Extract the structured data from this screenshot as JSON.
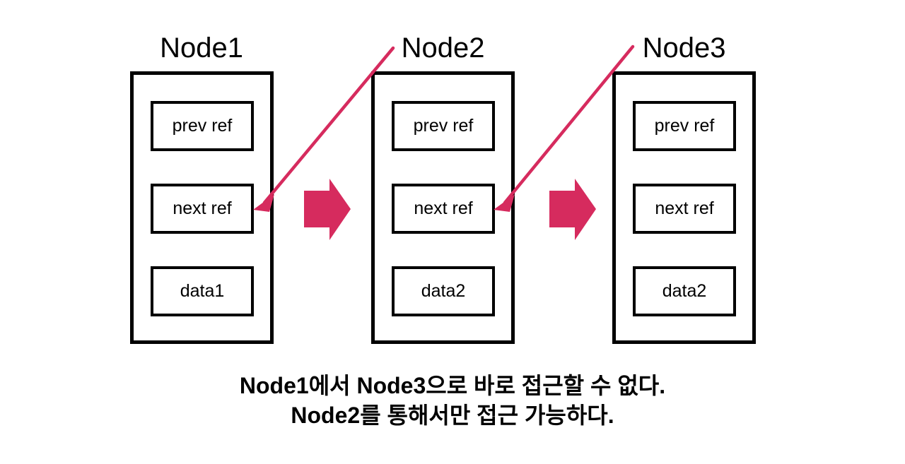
{
  "diagram": {
    "title_text": "",
    "background": "#ffffff",
    "accent_color": "#d62b5e",
    "stroke_color": "#000000",
    "nodes": [
      {
        "id": "node1",
        "title": "Node1",
        "fields": [
          {
            "name": "prev-ref",
            "label": "prev ref"
          },
          {
            "name": "next-ref",
            "label": "next ref"
          },
          {
            "name": "data",
            "label": "data1"
          }
        ]
      },
      {
        "id": "node2",
        "title": "Node2",
        "fields": [
          {
            "name": "prev-ref",
            "label": "prev ref"
          },
          {
            "name": "next-ref",
            "label": "next ref"
          },
          {
            "name": "data",
            "label": "data2"
          }
        ]
      },
      {
        "id": "node3",
        "title": "Node3",
        "fields": [
          {
            "name": "prev-ref",
            "label": "prev ref"
          },
          {
            "name": "next-ref",
            "label": "next ref"
          },
          {
            "name": "data",
            "label": "data2"
          }
        ]
      }
    ],
    "block_arrows": [
      {
        "name": "block-arrow-1-to-2",
        "direction": "right"
      },
      {
        "name": "block-arrow-2-to-3",
        "direction": "right"
      }
    ],
    "pointer_arrows": [
      {
        "name": "pointer-node2-to-node1-next-ref",
        "from": "Node2",
        "to": "Node1 next ref",
        "color": "#d62b5e"
      },
      {
        "name": "pointer-node3-to-node2-next-ref",
        "from": "Node3",
        "to": "Node2 next ref",
        "color": "#d62b5e"
      }
    ],
    "caption": {
      "line1": "Node1에서 Node3으로 바로 접근할 수 없다.",
      "line2": "Node2를 통해서만 접근 가능하다."
    }
  }
}
